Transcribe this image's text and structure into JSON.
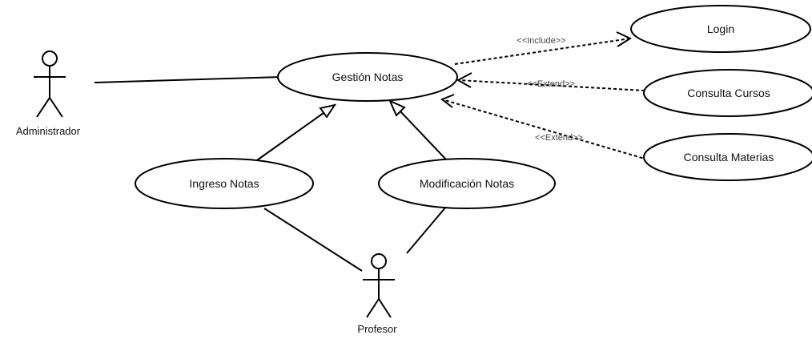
{
  "actors": {
    "administrador": "Administrador",
    "profesor": "Profesor"
  },
  "use_cases": {
    "gestion_notas": "Gestión Notas",
    "login": "Login",
    "consulta_cursos": "Consulta Cursos",
    "consulta_materias": "Consulta Materias",
    "ingreso_notas": "Ingreso Notas",
    "modificacion_notas": "Modificación Notas"
  },
  "stereotypes": {
    "include": "<<Include>>",
    "extend_cursos": "<<Extend>>",
    "extend_materias": "<<Extend>>"
  }
}
